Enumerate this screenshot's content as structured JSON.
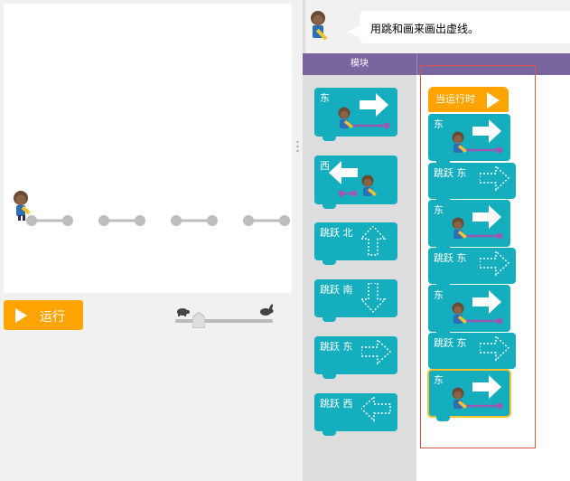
{
  "instructions": {
    "text": "用跳和画来画出虚线。"
  },
  "toolbox": {
    "title": "模块"
  },
  "controls": {
    "run_label": "运行"
  },
  "toolbox_blocks": [
    {
      "kind": "move",
      "label": "东",
      "direction": "east"
    },
    {
      "kind": "move",
      "label": "西",
      "direction": "west"
    },
    {
      "kind": "jump",
      "label": "跳跃 北",
      "direction": "north"
    },
    {
      "kind": "jump",
      "label": "跳跃 南",
      "direction": "south"
    },
    {
      "kind": "jump",
      "label": "跳跃 东",
      "direction": "east"
    },
    {
      "kind": "jump",
      "label": "跳跃 西",
      "direction": "west"
    }
  ],
  "workspace": {
    "hat_label": "当运行时",
    "blocks": [
      {
        "kind": "move",
        "label": "东",
        "direction": "east"
      },
      {
        "kind": "jump",
        "label": "跳跃 东",
        "direction": "east"
      },
      {
        "kind": "move",
        "label": "东",
        "direction": "east"
      },
      {
        "kind": "jump",
        "label": "跳跃 东",
        "direction": "east"
      },
      {
        "kind": "move",
        "label": "东",
        "direction": "east"
      },
      {
        "kind": "jump",
        "label": "跳跃 东",
        "direction": "east"
      },
      {
        "kind": "move",
        "label": "东",
        "direction": "east",
        "selected": true
      }
    ]
  },
  "colors": {
    "block": "#14aebe",
    "hat": "#ffa400",
    "header": "#7a669e",
    "line": "#b5b5b5",
    "highlight": "#d9534f"
  }
}
